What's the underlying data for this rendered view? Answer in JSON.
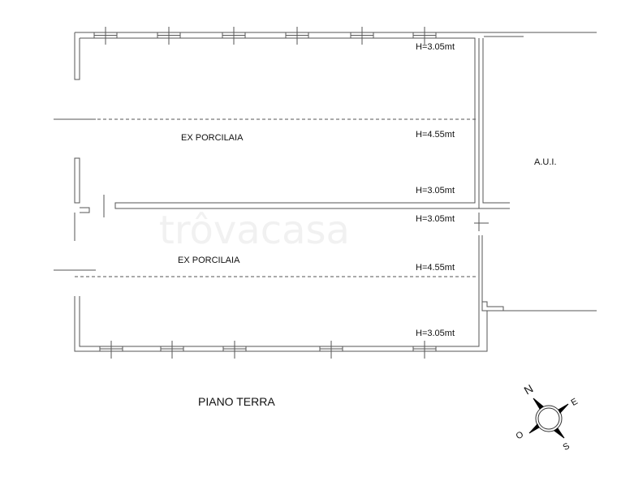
{
  "plan": {
    "title": "PIANO TERRA",
    "watermark": "trôvacasa",
    "rooms": [
      {
        "name": "EX PORCILAIA",
        "heights": [
          "H=3.05mt",
          "H=4.55mt",
          "H=3.05mt"
        ]
      },
      {
        "name": "EX PORCILAIA",
        "heights": [
          "H=3.05mt",
          "H=4.55mt",
          "H=3.05mt"
        ]
      }
    ],
    "adjacent": "A.U.I."
  },
  "compass": {
    "n": "N",
    "e": "E",
    "s": "S",
    "o": "O"
  },
  "colors": {
    "line": "#555555",
    "text": "#111111"
  }
}
